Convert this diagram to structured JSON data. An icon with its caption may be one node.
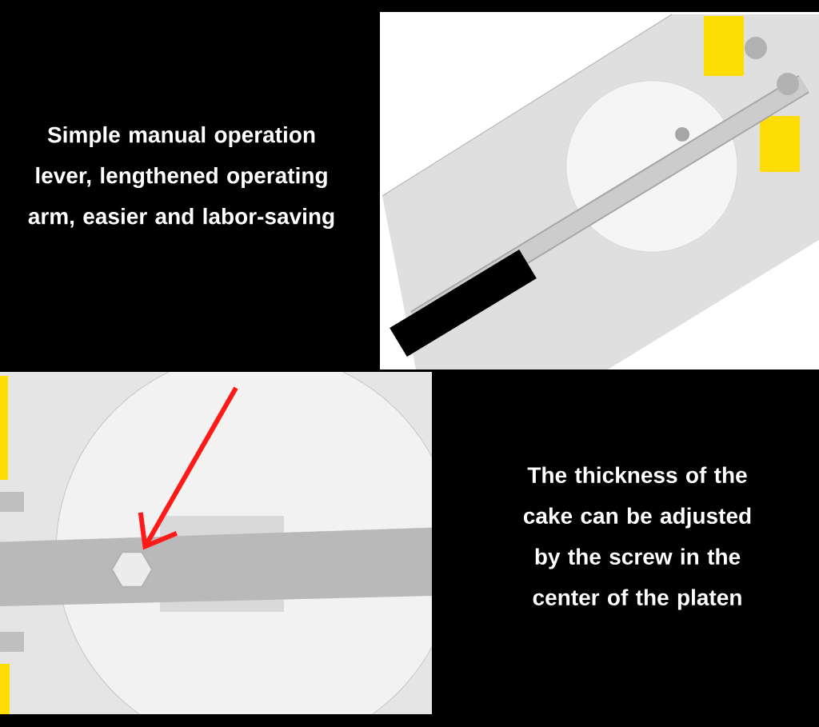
{
  "diagram": {
    "nodes": [
      {
        "text": [],
        "shape": "picture"
      },
      {
        "text": [],
        "shape": "picture"
      },
      {
        "text": [],
        "shape": "circle",
        "in": 1
      }
    ],
    "edges": [
      {
        "from": null,
        "to": 2,
        "arrow": "to",
        "color": "#ff1a1a"
      }
    ],
    "labels": [
      "Simple manual operation lever, lengthened operating arm, easier and labor-saving",
      "The thickness of the cake can be adjusted by the screw in the center of the platen"
    ]
  }
}
